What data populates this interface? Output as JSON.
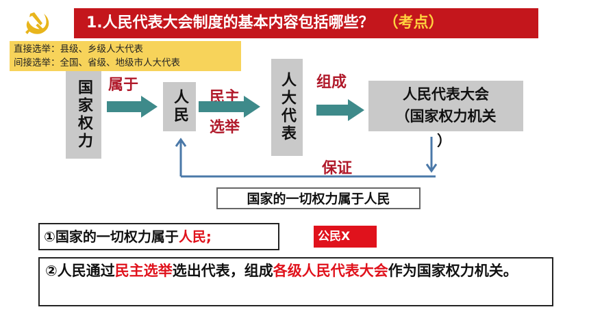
{
  "title": {
    "main": "1.人民代表大会制度的基本内容包括哪些？",
    "tag": "（考点）"
  },
  "note": {
    "line1": "直接选举：县级、乡级人大代表",
    "line2": "间接选举：全国、省级、地级市人大代表"
  },
  "diagram": {
    "gov_power": "国家权力",
    "people": "人民",
    "deputies": "人大代表",
    "congress_line1": "人民代表大会",
    "congress_line2": "（国家权力机关",
    "congress_paren": "）",
    "label_belongs": "属于",
    "label_democratic_1": "民主",
    "label_democratic_2": "选举",
    "label_compose": "组成",
    "label_guarantee": "保证",
    "summary": "国家的一切权力属于人民"
  },
  "points": {
    "p1_prefix": "①国家的一切权力属于",
    "p1_red": "人民;",
    "badge": "公民X",
    "p2_prefix": "②人民通过",
    "p2_red1": "民主选举",
    "p2_mid": "选出代表，组成",
    "p2_red2": "各级人民代表大会",
    "p2_suffix": "作为国家权力机关。"
  },
  "colors": {
    "title_bg": "#c4161c",
    "note_bg": "#f7d35a",
    "box_gray": "#c9c9c9",
    "arrow_teal": "#3e8a8a",
    "line_blue": "#4a78a8",
    "highlight_red": "#e0121c"
  }
}
